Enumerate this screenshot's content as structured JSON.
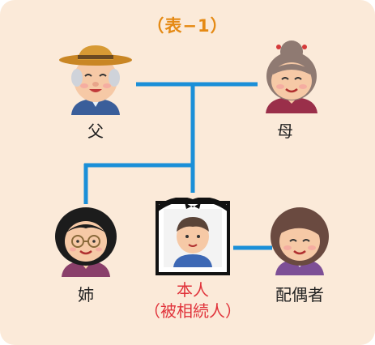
{
  "title": "（表−1）",
  "colors": {
    "background": "#fbead9",
    "line": "#1a8fd8",
    "title": "#e58a14",
    "deceased_label": "#e0323a"
  },
  "people": {
    "father": {
      "label": "父",
      "icon": "grandfather-with-straw-hat-icon"
    },
    "mother": {
      "label": "母",
      "icon": "grandmother-with-bun-icon"
    },
    "sister": {
      "label": "姉",
      "icon": "woman-with-glasses-icon"
    },
    "deceased": {
      "label_line1": "本人",
      "label_line2": "（被相続人）",
      "icon": "memorial-portrait-icon"
    },
    "spouse": {
      "label": "配偶者",
      "icon": "woman-in-purple-icon"
    }
  }
}
